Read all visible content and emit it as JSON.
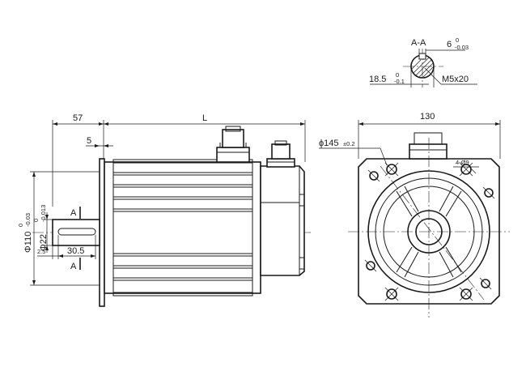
{
  "section": {
    "title": "A-A",
    "key_width": "6",
    "key_width_tol_upper": "0",
    "key_width_tol_lower": "-0.03",
    "key_depth": "18.5",
    "key_depth_tol_upper": "0",
    "key_depth_tol_lower": "-0.1",
    "thread": "M5x20"
  },
  "side_view": {
    "dim_flange_offset": "57",
    "dim_length": "L",
    "dim_flange_thickness": "5",
    "dim_pilot": "Φ110",
    "dim_pilot_tol_upper": "0",
    "dim_pilot_tol_lower": "-0.03",
    "dim_shaft": "Φ22",
    "dim_shaft_tol_upper": "0",
    "dim_shaft_tol_lower": "-0.013",
    "dim_key_length": "30.5",
    "dim_key_offset": "2.5",
    "section_marker": "A"
  },
  "front_view": {
    "dim_square": "130",
    "dim_bolt_circle": "ϕ145",
    "dim_bolt_circle_tol": "±0.2",
    "dim_holes": "4-Ø9"
  }
}
